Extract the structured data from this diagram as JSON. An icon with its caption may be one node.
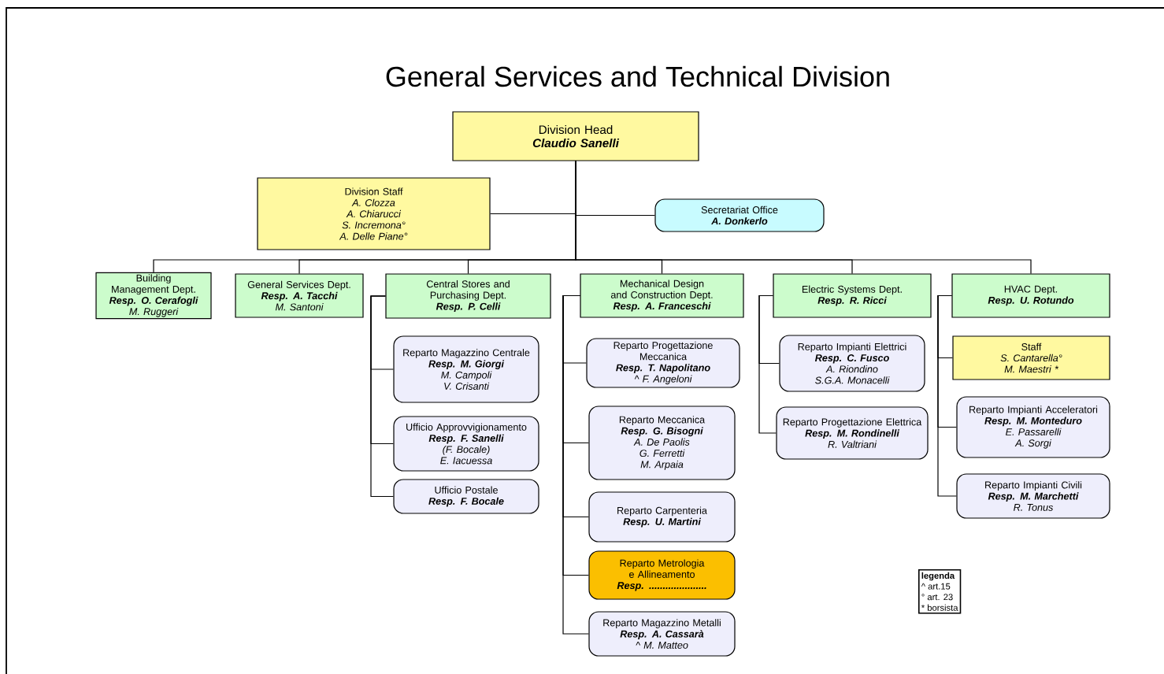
{
  "diagram": {
    "title": "General Services and Technical Division",
    "nodes": [
      {
        "text": [
          "Division Head",
          "Claudio Sanelli"
        ]
      },
      {
        "text": [
          "Division Staff",
          "A. Clozza",
          "A. Chiarucci",
          "S. Incremona°",
          "A. Delle Piane°"
        ]
      },
      {
        "text": [
          "Secretariat Office",
          "A. Donkerlo"
        ]
      },
      {
        "text": [
          "Building Management Dept.",
          "Resp. O. Cerafogli",
          "M. Ruggeri"
        ]
      },
      {
        "text": [
          "General Services Dept.",
          "Resp. A. Tacchi",
          "M. Santoni"
        ]
      },
      {
        "text": [
          "Central Stores and Purchasing Dept.",
          "Resp. P. Celli"
        ]
      },
      {
        "text": [
          "Mechanical Design and Construction Dept.",
          "Resp. A. Franceschi"
        ]
      },
      {
        "text": [
          "Electric Systems Dept.",
          "Resp. R. Ricci"
        ]
      },
      {
        "text": [
          "HVAC Dept.",
          "Resp. U. Rotundo"
        ]
      },
      {
        "text": [
          "Reparto Magazzino Centrale",
          "Resp. M. Giorgi",
          "M. Campoli",
          "V. Crisanti"
        ]
      },
      {
        "text": [
          "Ufficio Approvvigionamento",
          "Resp. F. Sanelli",
          "(F. Bocale)",
          "E. Iacuessa"
        ]
      },
      {
        "text": [
          "Ufficio Postale",
          "Resp. F. Bocale"
        ]
      },
      {
        "text": [
          "Reparto Progettazione Meccanica",
          "Resp. T. Napolitano",
          "^ F. Angeloni"
        ]
      },
      {
        "text": [
          "Reparto Meccanica",
          "Resp. G. Bisogni",
          "A. De Paolis",
          "G. Ferretti",
          "M. Arpaia"
        ]
      },
      {
        "text": [
          "Reparto Carpenteria",
          "Resp. U. Martini"
        ]
      },
      {
        "text": [
          "Reparto Metrologia e Allineamento",
          "Resp. ....................."
        ]
      },
      {
        "text": [
          "Reparto Magazzino Metalli",
          "Resp. A. Cassarà",
          "^ M. Matteo"
        ]
      },
      {
        "text": [
          "Reparto Impianti Elettrici",
          "Resp. C. Fusco",
          "A. Riondino",
          "S.G.A. Monacelli"
        ]
      },
      {
        "text": [
          "Reparto Progettazione Elettrica",
          "Resp. M. Rondinelli",
          "R. Valtriani"
        ]
      },
      {
        "text": [
          "Staff",
          "S. Cantarella°",
          "M. Maestri *"
        ]
      },
      {
        "text": [
          "Reparto Impianti Acceleratori",
          "Resp. M. Monteduro",
          "E. Passarelli",
          "A. Sorgi"
        ]
      },
      {
        "text": [
          "Reparto Impianti Civili",
          "Resp. M. Marchetti",
          "R. Tonus"
        ]
      }
    ],
    "edges": [
      {
        "from": 0,
        "to": 1,
        "arrow": "none"
      },
      {
        "from": 0,
        "to": 2,
        "arrow": "none"
      },
      {
        "from": 0,
        "to": 3,
        "arrow": "none"
      },
      {
        "from": 0,
        "to": 4,
        "arrow": "none"
      },
      {
        "from": 0,
        "to": 5,
        "arrow": "none"
      },
      {
        "from": 0,
        "to": 6,
        "arrow": "none"
      },
      {
        "from": 0,
        "to": 7,
        "arrow": "none"
      },
      {
        "from": 0,
        "to": 8,
        "arrow": "none"
      },
      {
        "from": 5,
        "to": 9,
        "arrow": "none"
      },
      {
        "from": 5,
        "to": 10,
        "arrow": "none"
      },
      {
        "from": 5,
        "to": 11,
        "arrow": "none"
      },
      {
        "from": 6,
        "to": 12,
        "arrow": "none"
      },
      {
        "from": 6,
        "to": 13,
        "arrow": "none"
      },
      {
        "from": 6,
        "to": 14,
        "arrow": "none"
      },
      {
        "from": 6,
        "to": 15,
        "arrow": "none"
      },
      {
        "from": 6,
        "to": 16,
        "arrow": "none"
      },
      {
        "from": 7,
        "to": 17,
        "arrow": "none"
      },
      {
        "from": 7,
        "to": 18,
        "arrow": "none"
      },
      {
        "from": 8,
        "to": 19,
        "arrow": "none"
      },
      {
        "from": 8,
        "to": 20,
        "arrow": "none"
      },
      {
        "from": 8,
        "to": 21,
        "arrow": "none"
      }
    ],
    "labels": [
      "legenda",
      "^ art.15",
      "° art. 23",
      "* borsista"
    ]
  }
}
